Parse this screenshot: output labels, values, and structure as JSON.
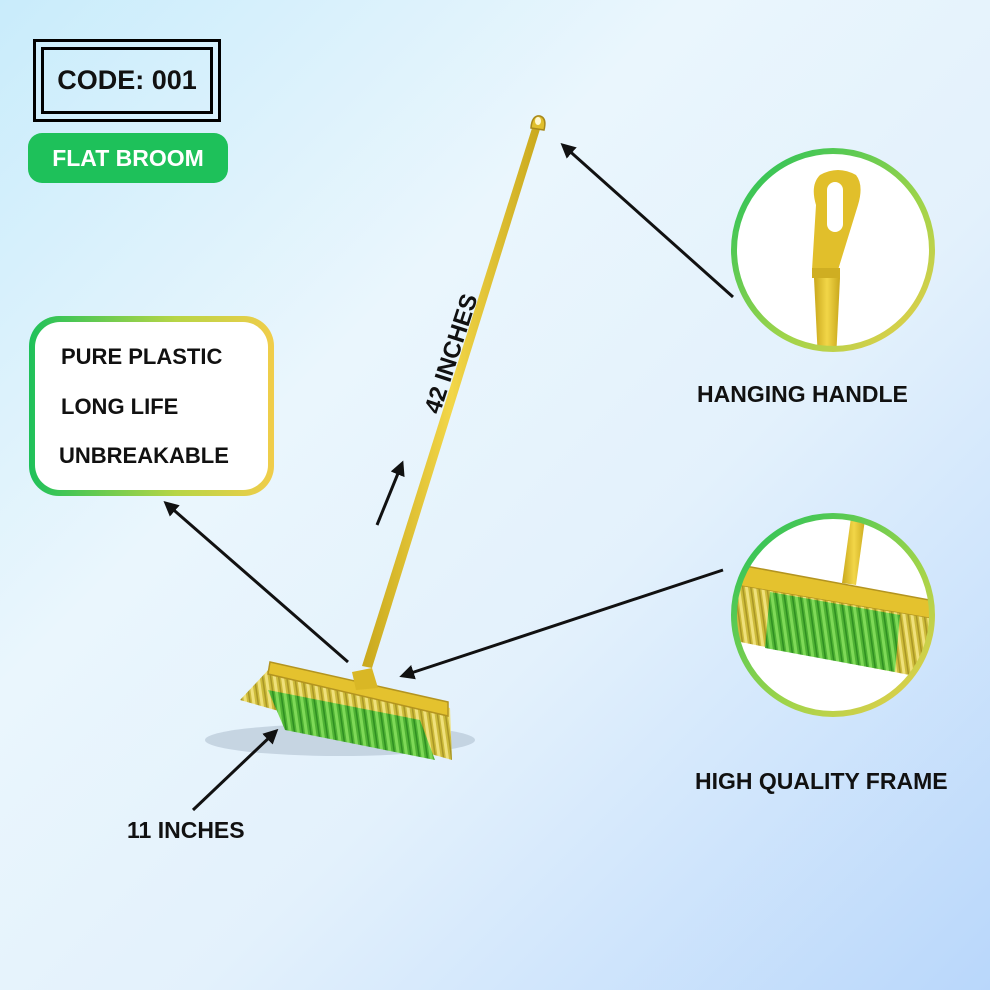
{
  "code_label": "CODE: 001",
  "product_name": "FLAT BROOM",
  "features": [
    "PURE PLASTIC",
    "LONG LIFE",
    "UNBREAKABLE"
  ],
  "callouts": {
    "handle_length": "42  INCHES",
    "hanging_handle": "HANGING HANDLE",
    "frame": "HIGH QUALITY FRAME",
    "head_width": "11 INCHES"
  },
  "colors": {
    "accent_green": "#1ec15a",
    "broom_yellow": "#e8c935",
    "bristle_green": "#5fc33a"
  }
}
